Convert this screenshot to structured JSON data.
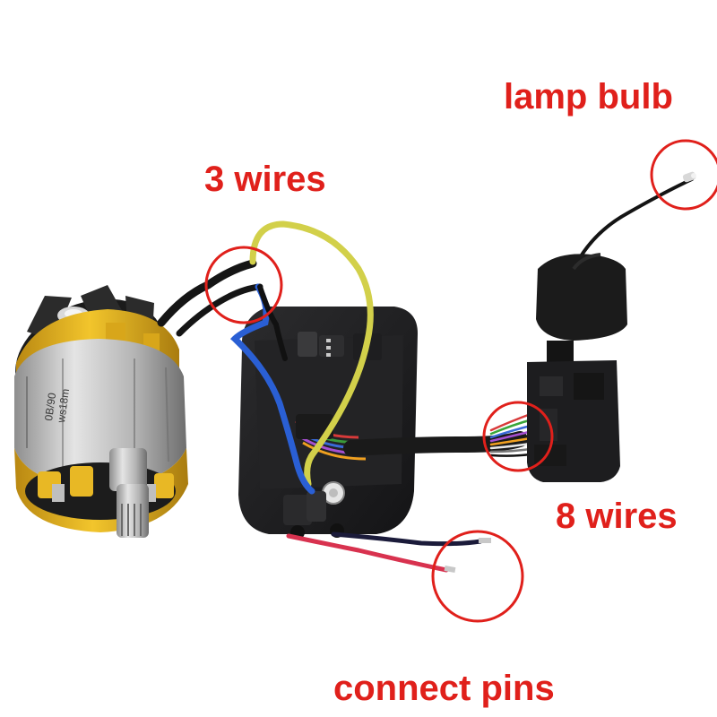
{
  "labels": {
    "lamp_bulb": "lamp bulb",
    "three_wires": "3 wires",
    "eight_wires": "8 wires",
    "connect_pins": "connect pins"
  },
  "motor_print": {
    "line1": "0B/90",
    "line2": "ws18m"
  },
  "colors": {
    "annotation_red": "#e0201b",
    "motor_gold": "#e5b21c",
    "plastic_black": "#1d1d1f",
    "wire_blue": "#2a5fd4",
    "wire_yellow": "#d2d04a",
    "wire_red": "#d8324f"
  }
}
